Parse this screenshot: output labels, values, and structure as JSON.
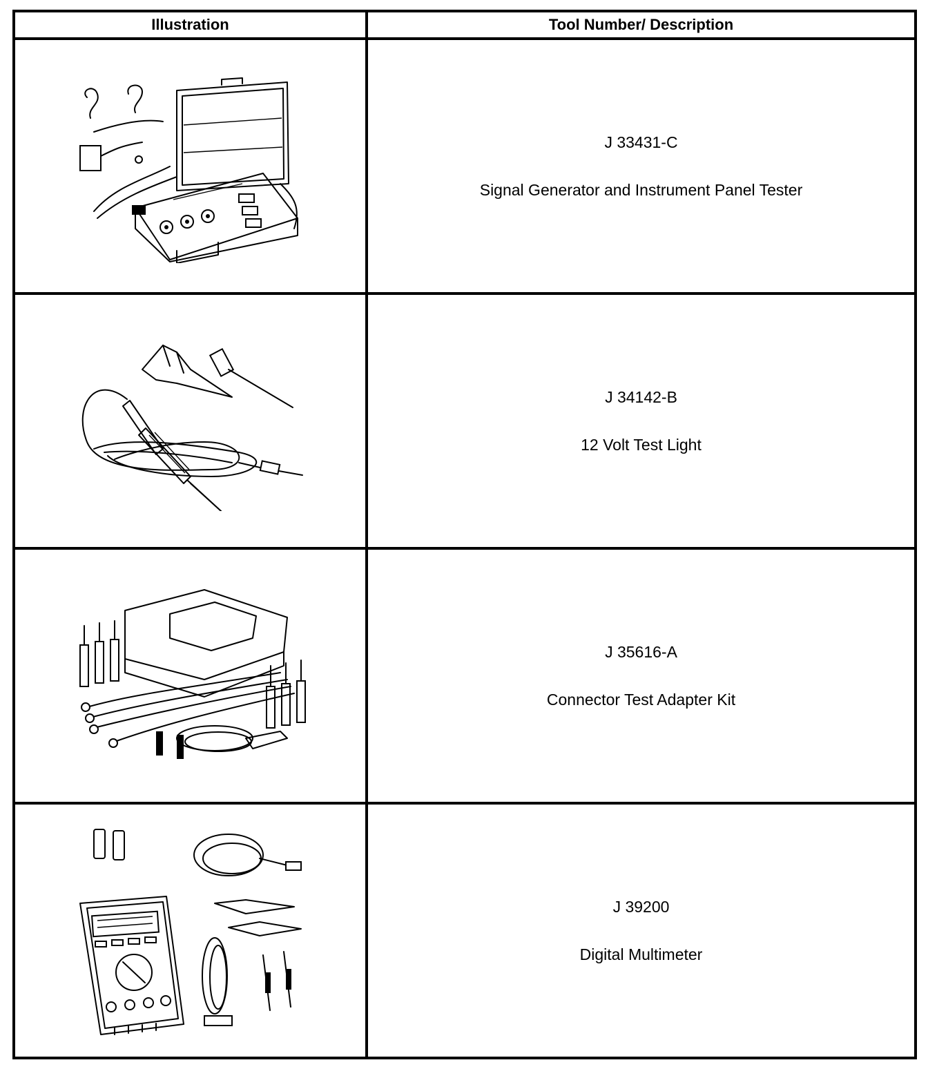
{
  "table": {
    "headers": {
      "illustration": "Illustration",
      "tool": "Tool Number/ Description"
    },
    "rows": [
      {
        "tool_number": "J 33431-C",
        "description": "Signal Generator and Instrument Panel Tester",
        "illustration_icon": "signal-generator-kit-icon"
      },
      {
        "tool_number": "J 34142-B",
        "description": "12 Volt Test Light",
        "illustration_icon": "test-light-icon"
      },
      {
        "tool_number": "J 35616-A",
        "description": "Connector Test Adapter Kit",
        "illustration_icon": "connector-adapter-kit-icon"
      },
      {
        "tool_number": "J 39200",
        "description": "Digital Multimeter",
        "illustration_icon": "digital-multimeter-icon"
      }
    ]
  }
}
